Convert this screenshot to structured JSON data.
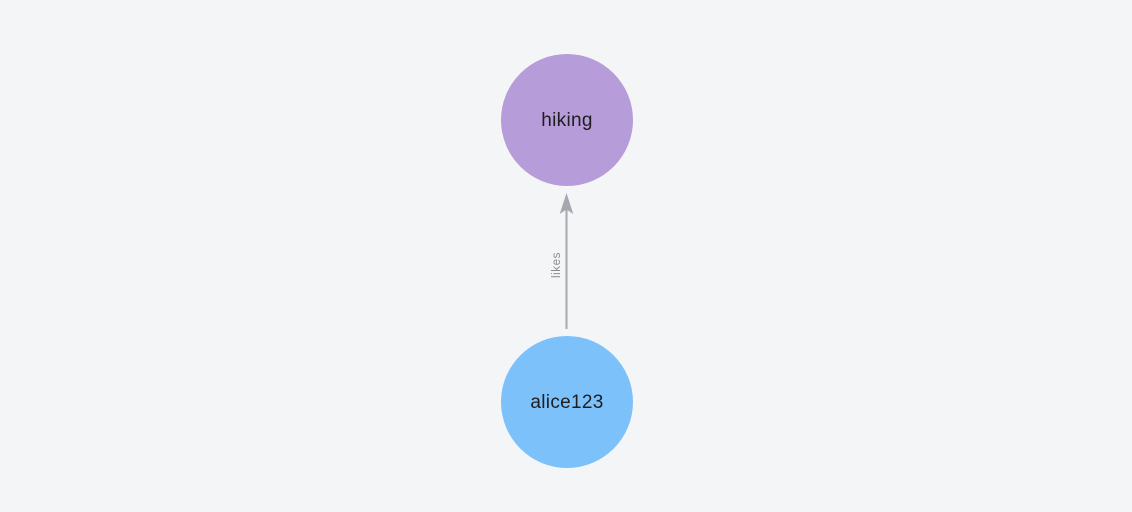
{
  "canvas": {
    "background_color": "#f4f5f6"
  },
  "graph": {
    "nodes": [
      {
        "id": "hiking",
        "label": "hiking",
        "shape": "circle",
        "fill_color": "#b69cd8",
        "text_color": "#1e1e1e"
      },
      {
        "id": "alice123",
        "label": "alice123",
        "shape": "circle",
        "fill_color": "#7cc1fa",
        "text_color": "#1e1e1e"
      }
    ],
    "edges": [
      {
        "from": "alice123",
        "to": "hiking",
        "label": "likes",
        "direction": "up",
        "arrowhead": "arrow-up-icon",
        "line_color": "#a5a8af",
        "label_color": "#8b8b8e"
      }
    ]
  }
}
